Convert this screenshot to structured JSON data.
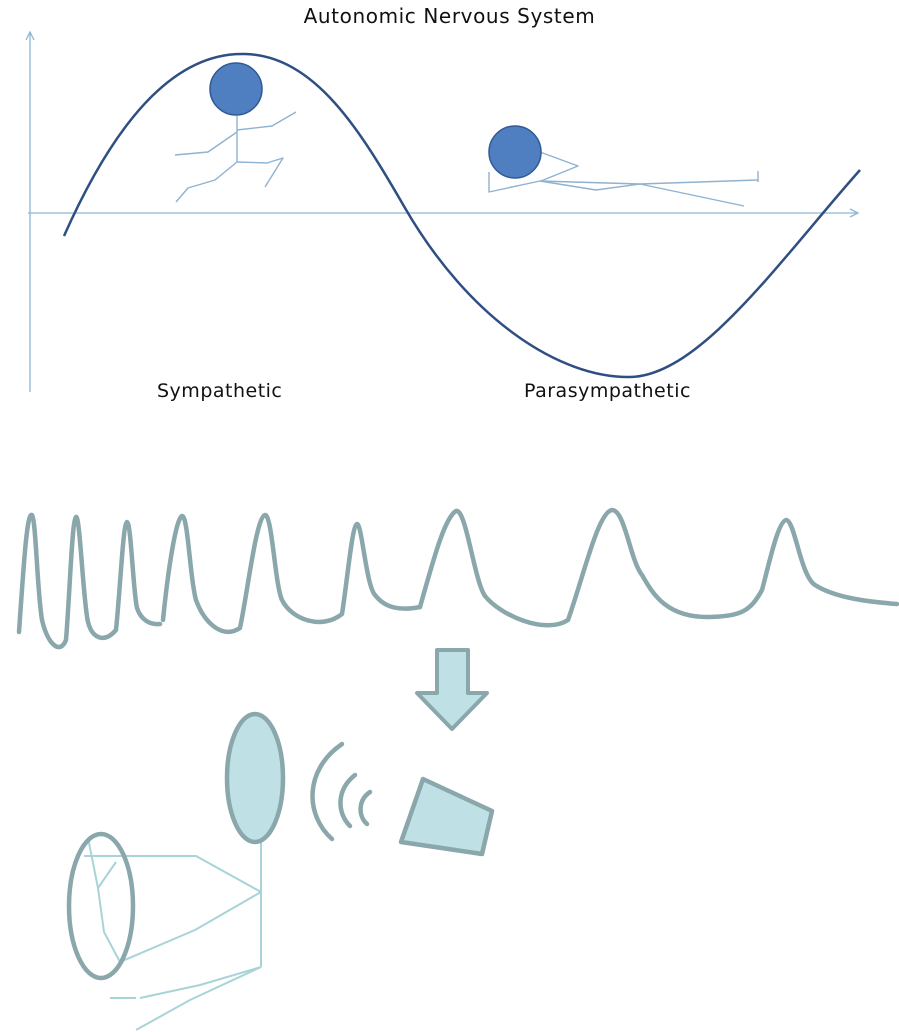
{
  "title": "Autonomic Nervous System",
  "labels": {
    "sympathetic": "Sympathetic",
    "parasympathetic": "Parasympathetic"
  },
  "colors": {
    "axis": "#8fb6d2",
    "curve": "#2f4f84",
    "head": "#4f7fc0",
    "figure": "#8fb2d0",
    "wave": "#8aa7ab",
    "fill": "#bfe0e4",
    "dish": "#a8d4d8"
  },
  "icons": {
    "running_figure": "running-figure-icon",
    "resting_figure": "resting-figure-icon",
    "down_arrow": "down-arrow-icon",
    "listener": "listener-figure-icon",
    "speaker": "speaker-icon"
  }
}
